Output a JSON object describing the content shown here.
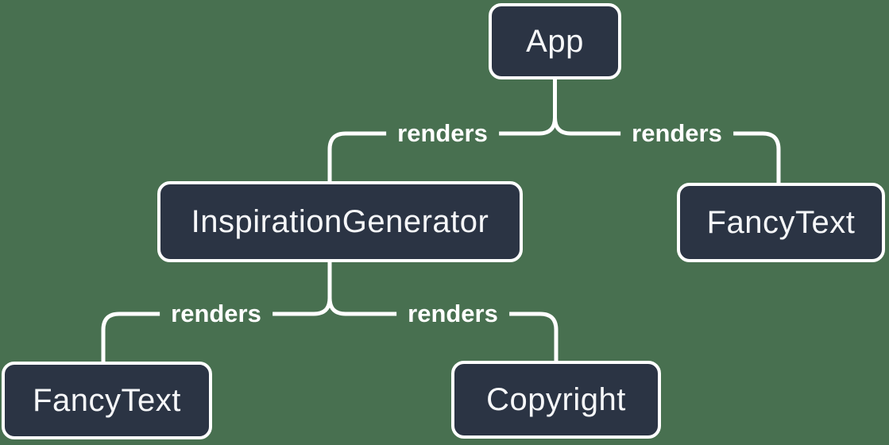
{
  "colors": {
    "background": "#487050",
    "node_fill": "#2b3444",
    "node_border": "#ffffff",
    "line": "#ffffff",
    "text": "#f6f7f9"
  },
  "diagram": {
    "type": "tree",
    "nodes": [
      {
        "id": "app",
        "label": "App"
      },
      {
        "id": "inspiration-generator",
        "label": "InspirationGenerator"
      },
      {
        "id": "fancy-text-top",
        "label": "FancyText"
      },
      {
        "id": "fancy-text-bottom",
        "label": "FancyText"
      },
      {
        "id": "copyright",
        "label": "Copyright"
      }
    ],
    "edges": [
      {
        "from": "App",
        "to": "InspirationGenerator",
        "label": "renders"
      },
      {
        "from": "App",
        "to": "FancyText",
        "label": "renders"
      },
      {
        "from": "InspirationGenerator",
        "to": "FancyText",
        "label": "renders"
      },
      {
        "from": "InspirationGenerator",
        "to": "Copyright",
        "label": "renders"
      }
    ]
  }
}
